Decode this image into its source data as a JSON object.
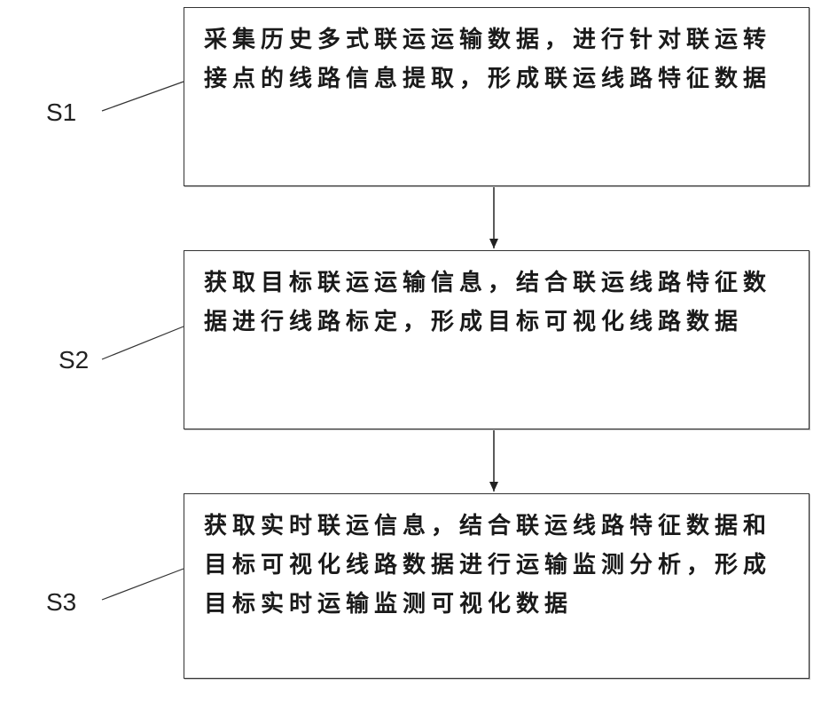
{
  "steps": [
    {
      "label": "S1",
      "text": "采集历史多式联运运输数据，进行针对联运转接点的线路信息提取，形成联运线路特征数据"
    },
    {
      "label": "S2",
      "text": "获取目标联运运输信息，结合联运线路特征数据进行线路标定，形成目标可视化线路数据"
    },
    {
      "label": "S3",
      "text": "获取实时联运信息，结合联运线路特征数据和目标可视化线路数据进行运输监测分析，形成目标实时运输监测可视化数据"
    }
  ]
}
